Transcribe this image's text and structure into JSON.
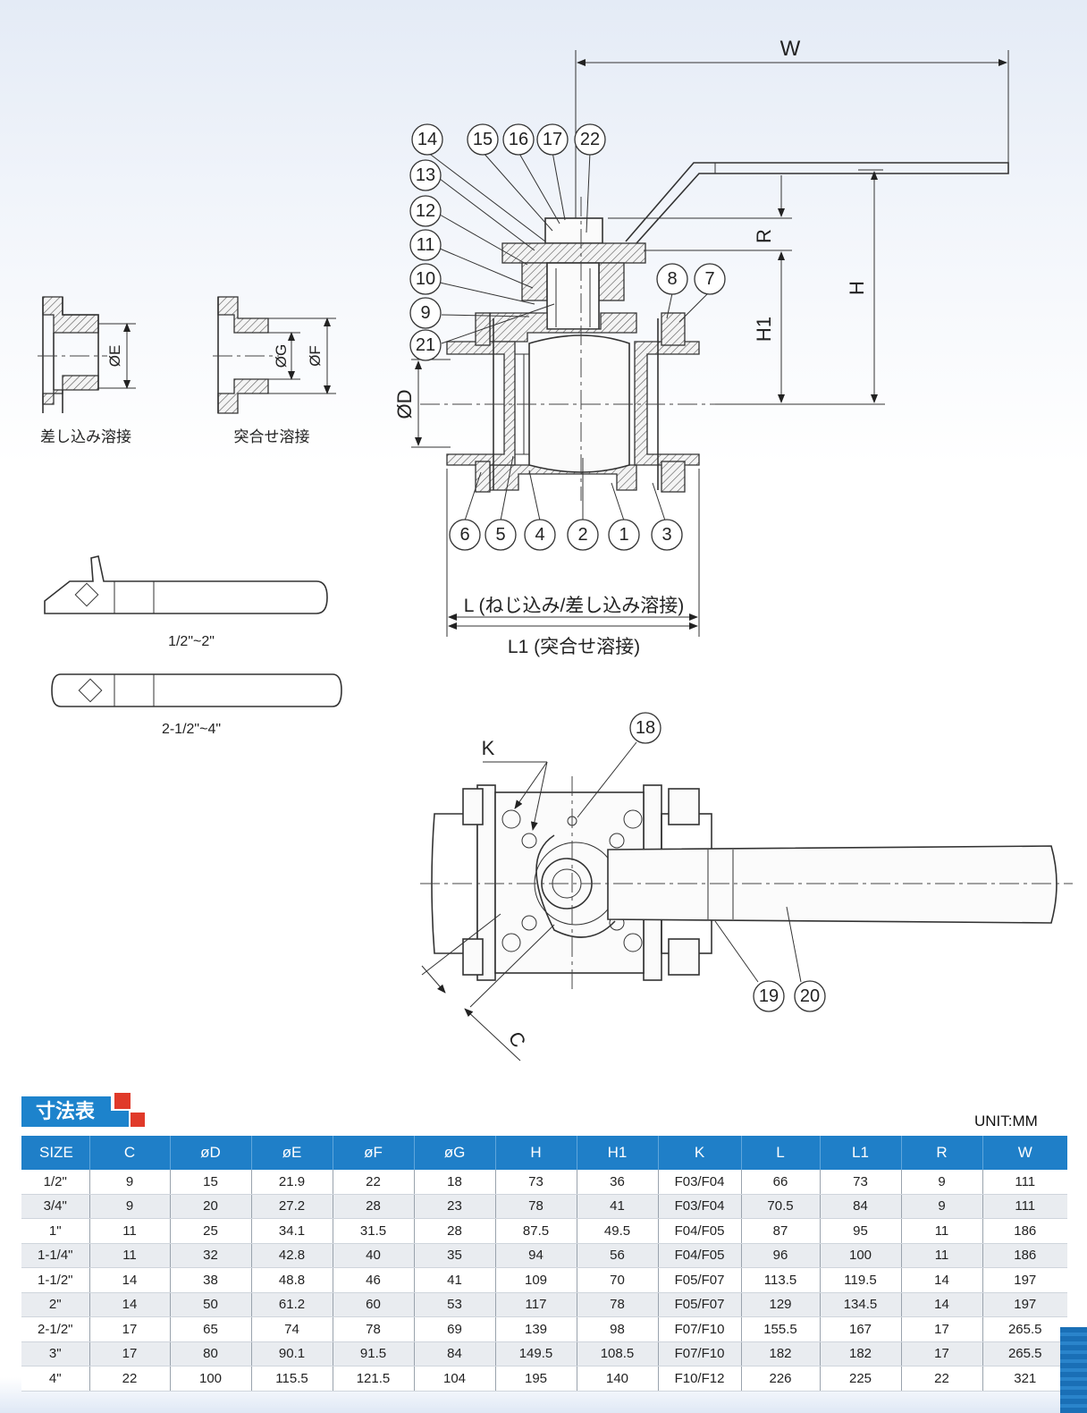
{
  "drawing": {
    "dim_labels": {
      "W": "W",
      "R": "R",
      "H": "H",
      "H1": "H1",
      "D": "ØD",
      "E": "ØE",
      "G": "ØG",
      "F": "ØF",
      "K": "K",
      "C": "C",
      "L": "L (ねじ込み/差し込み溶接)",
      "L1": "L1 (突合せ溶接)"
    },
    "end_types": {
      "socket_weld": "差し込み溶接",
      "butt_weld": "突合せ溶接"
    },
    "handle_ranges": {
      "small": "1/2\"~2\"",
      "large": "2-1/2\"~4\""
    },
    "part_numbers": [
      "14",
      "15",
      "16",
      "17",
      "22",
      "13",
      "12",
      "11",
      "10",
      "9",
      "21",
      "8",
      "7",
      "6",
      "5",
      "4",
      "2",
      "1",
      "3",
      "18",
      "19",
      "20"
    ]
  },
  "table": {
    "title": "寸法表",
    "unit": "UNIT:MM",
    "headers": [
      "SIZE",
      "C",
      "øD",
      "øE",
      "øF",
      "øG",
      "H",
      "H1",
      "K",
      "L",
      "L1",
      "R",
      "W"
    ],
    "rows": [
      [
        "1/2\"",
        "9",
        "15",
        "21.9",
        "22",
        "18",
        "73",
        "36",
        "F03/F04",
        "66",
        "73",
        "9",
        "111"
      ],
      [
        "3/4\"",
        "9",
        "20",
        "27.2",
        "28",
        "23",
        "78",
        "41",
        "F03/F04",
        "70.5",
        "84",
        "9",
        "111"
      ],
      [
        "1\"",
        "11",
        "25",
        "34.1",
        "31.5",
        "28",
        "87.5",
        "49.5",
        "F04/F05",
        "87",
        "95",
        "11",
        "186"
      ],
      [
        "1-1/4\"",
        "11",
        "32",
        "42.8",
        "40",
        "35",
        "94",
        "56",
        "F04/F05",
        "96",
        "100",
        "11",
        "186"
      ],
      [
        "1-1/2\"",
        "14",
        "38",
        "48.8",
        "46",
        "41",
        "109",
        "70",
        "F05/F07",
        "113.5",
        "119.5",
        "14",
        "197"
      ],
      [
        "2\"",
        "14",
        "50",
        "61.2",
        "60",
        "53",
        "117",
        "78",
        "F05/F07",
        "129",
        "134.5",
        "14",
        "197"
      ],
      [
        "2-1/2\"",
        "17",
        "65",
        "74",
        "78",
        "69",
        "139",
        "98",
        "F07/F10",
        "155.5",
        "167",
        "17",
        "265.5"
      ],
      [
        "3\"",
        "17",
        "80",
        "90.1",
        "91.5",
        "84",
        "149.5",
        "108.5",
        "F07/F10",
        "182",
        "182",
        "17",
        "265.5"
      ],
      [
        "4\"",
        "22",
        "100",
        "115.5",
        "121.5",
        "104",
        "195",
        "140",
        "F10/F12",
        "226",
        "225",
        "22",
        "321"
      ]
    ]
  },
  "colors": {
    "header_blue": "#1f7fc8",
    "accent_red": "#e03a2a",
    "title_blue": "#1d83cc"
  }
}
